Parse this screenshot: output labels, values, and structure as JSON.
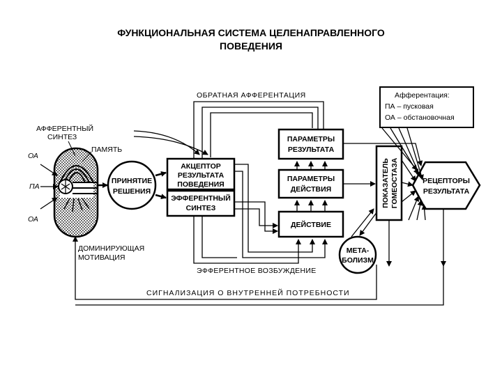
{
  "title_line1": "ФУНКЦИОНАЛЬНАЯ СИСТЕМА ЦЕЛЕНАПРАВЛЕННОГО",
  "title_line2": "ПОВЕДЕНИЯ",
  "labels": {
    "feedback": "ОБРАТНАЯ  АФФЕРЕНТАЦИЯ",
    "afferent_synthesis_1": "АФФЕРЕНТНЫЙ",
    "afferent_synthesis_2": "СИНТЕЗ",
    "memory": "ПАМЯТЬ",
    "oa_top": "ОА",
    "pa": "ПА",
    "oa_bottom": "ОА",
    "motivation_1": "ДОМИНИРУЮЩАЯ",
    "motivation_2": "МОТИВАЦИЯ",
    "efferent_excitation": "ЭФФЕРЕНТНОЕ  ВОЗБУЖДЕНИЕ",
    "need_signal": "СИГНАЛИЗАЦИЯ  О  ВНУТРЕННЕЙ  ПОТРЕБНОСТИ"
  },
  "blocks": {
    "decision_1": "ПРИНЯТИЕ",
    "decision_2": "РЕШЕНИЯ",
    "acceptor_1": "АКЦЕПТОР",
    "acceptor_2": "РЕЗУЛЬТАТА",
    "acceptor_3": "ПОВЕДЕНИЯ",
    "efferent_1": "ЭФФЕРЕНТНЫЙ",
    "efferent_2": "СИНТЕЗ",
    "result_params_1": "ПАРАМЕТРЫ",
    "result_params_2": "РЕЗУЛЬТАТА",
    "action_params_1": "ПАРАМЕТРЫ",
    "action_params_2": "ДЕЙСТВИЯ",
    "action": "ДЕЙСТВИЕ",
    "metabolism_1": "МЕТА-",
    "metabolism_2": "БОЛИЗМ",
    "homeostasis_1": "ПОКАЗАТЕЛЬ",
    "homeostasis_2": "ГОМЕОСТАЗА",
    "receptors_1": "РЕЦЕПТОРЫ",
    "receptors_2": "РЕЗУЛЬТАТА"
  },
  "legend": {
    "line1": "Афферентация:",
    "line2": "ПА – пусковая",
    "line3": "ОА – обстановочная"
  }
}
